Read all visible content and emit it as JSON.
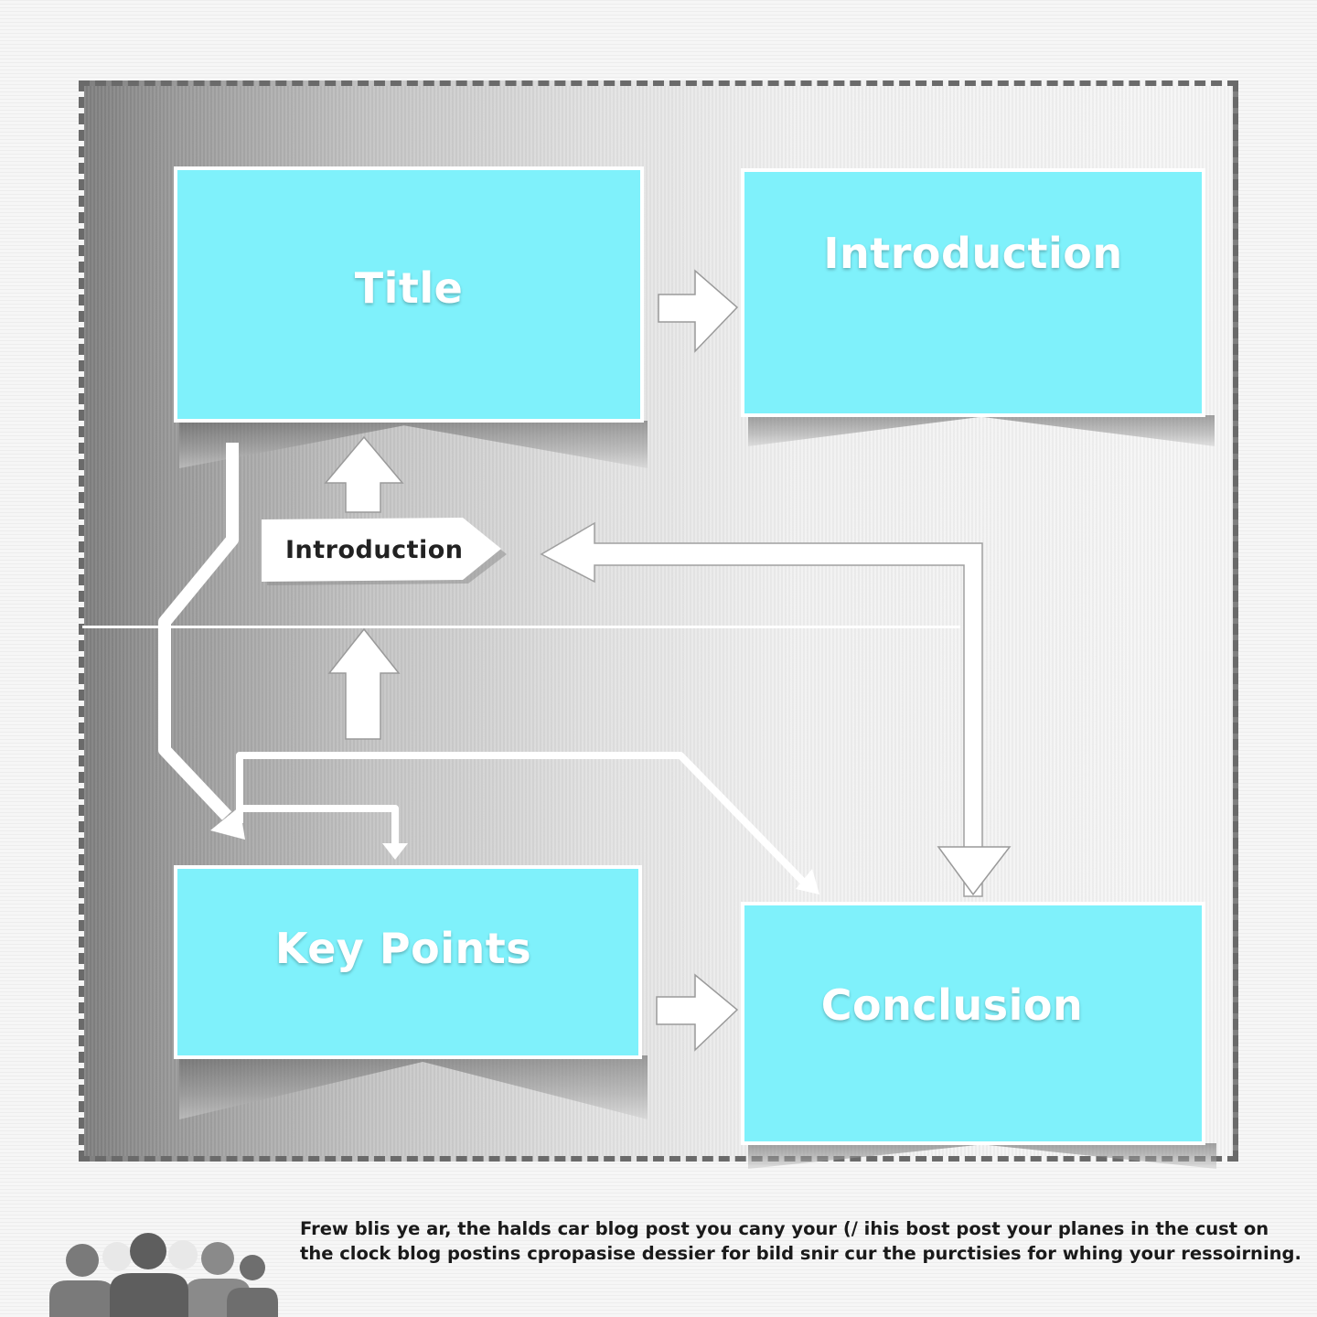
{
  "diagram": {
    "boxes": {
      "title": "Title",
      "introduction": "Introduction",
      "key_points": "Key Points",
      "conclusion": "Conclusion"
    },
    "tag_label": "Introduction",
    "caption_lines": [
      "Frew blis ye ar, the halds car blog post you cany your (/ ihis bost post your planes in the cust on",
      "the clock blog postins cpropasise dessier for bild snir cur the purctisies for whing your ressoirning."
    ],
    "colors": {
      "box_fill": "#7ff1fb",
      "box_border": "#ffffff",
      "frame_border": "#6a6a6a",
      "arrow": "#ffffff"
    },
    "icons": [
      "people-group-icon",
      "arrow-right-icon",
      "arrow-up-icon",
      "arrow-left-icon",
      "arrow-down-icon"
    ]
  }
}
